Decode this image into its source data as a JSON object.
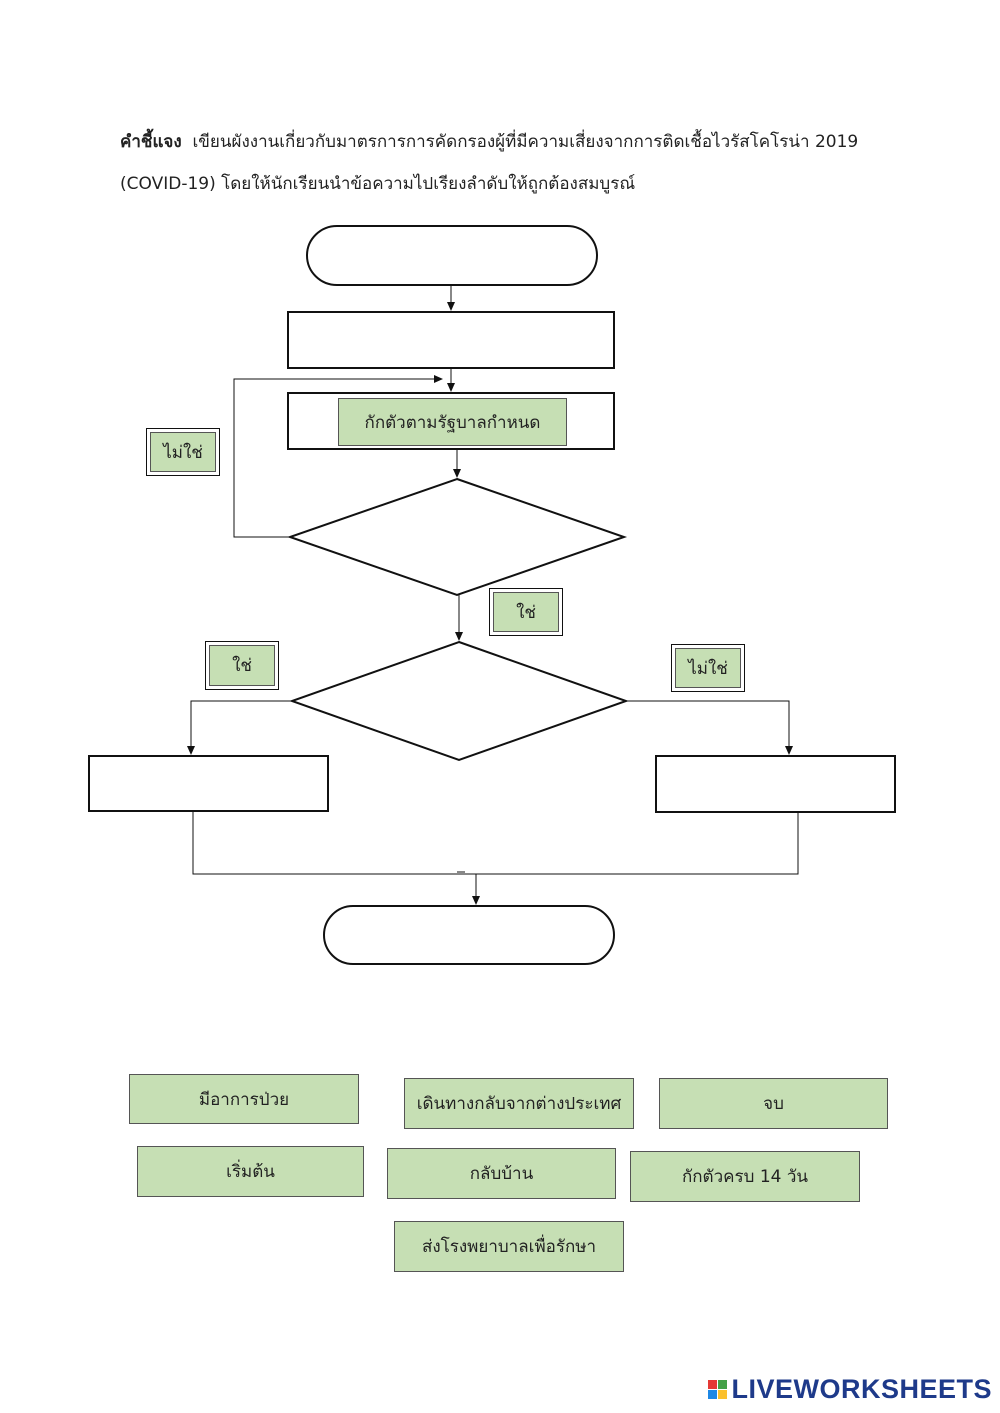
{
  "instructions": {
    "bold_label": "คำชี้แจง",
    "line1": "เขียนผังงานเกี่ยวกับมาตรการการคัดกรองผู้ที่มีความเสี่ยงจากการติดเชื้อไวรัสโคโรน่า 2019",
    "line2": "(COVID-19) โดยให้นักเรียนนำข้อความไปเรียงลำดับให้ถูกต้องสมบูรณ์"
  },
  "flowchart": {
    "placed_process_text": "กักตัวตามรัฐบาลกำหนด",
    "label_no_left": "ไม่ใช่",
    "label_yes_mid": "ใช่",
    "label_yes_left": "ใช่",
    "label_no_right": "ไม่ใช่"
  },
  "answer_bank": [
    "มีอาการป่วย",
    "เดินทางกลับจากต่างประเทศ",
    "จบ",
    "เริ่มต้น",
    "กลับบ้าน",
    "กักตัวครบ 14 วัน",
    "ส่งโรงพยาบาลเพื่อรักษา"
  ],
  "branding": {
    "logo_text": "LIVEWORKSHEETS",
    "logo_colors": [
      "#e53935",
      "#43a047",
      "#1e88e5",
      "#fbc02d"
    ]
  }
}
